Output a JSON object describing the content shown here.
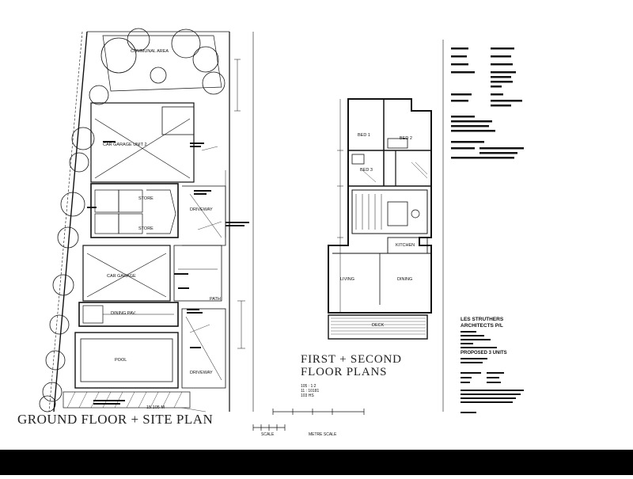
{
  "ground_plan": {
    "title": "GROUND FLOOR + SITE PLAN",
    "rooms": {
      "communal_area": "COMMUNAL AREA",
      "car_garage_2": "CAR GARAGE UNIT 2",
      "car_garage_1": "CAR GARAGE",
      "store_a": "STORE",
      "store_b": "STORE",
      "driveway_a": "DRIVEWAY",
      "driveway_b": "DRIVEWAY",
      "pool": "POOL",
      "dining_pav": "DINING PAV.",
      "path": "PATH",
      "boundary": "15.105 M"
    }
  },
  "upper_plan": {
    "title_line1": "FIRST + SECOND",
    "title_line2": "FLOOR PLANS",
    "area_line1": "105 : 1:2",
    "area_line2": "11 : 10181",
    "area_line3": "103 HS",
    "rooms": {
      "bed1": "BED 1",
      "bed2": "BED 2",
      "bed3": "BED 3",
      "kitchen": "KITCHEN",
      "living": "LIVING",
      "dining": "DINING",
      "deck": "DECK"
    }
  },
  "title_block": {
    "firm_line1": "LES STRUTHERS",
    "firm_line2": "ARCHITECTS P/L",
    "project_line1": "PROPOSED 3 UNITS",
    "scale_label": "SCALE",
    "bottom_scale_label": "METRE SCALE"
  },
  "colors": {
    "ink": "#111111",
    "paper": "#ffffff",
    "scan_border": "#000000"
  }
}
